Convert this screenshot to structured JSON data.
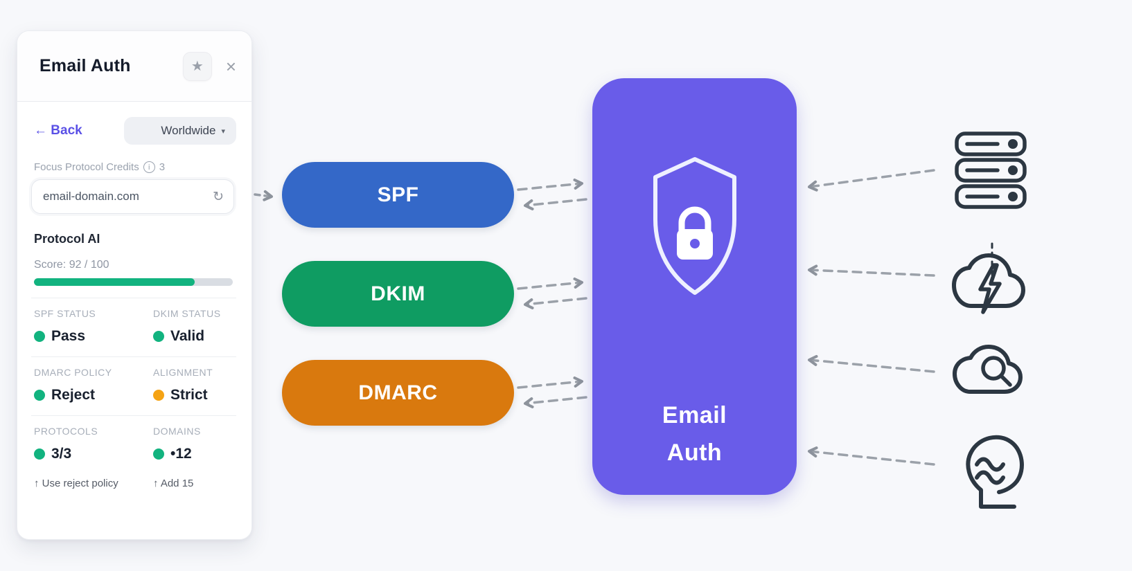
{
  "panel": {
    "title": "Email Auth",
    "star_icon": "★",
    "close_icon": "×",
    "back_label": "← Back",
    "region_label": "Worldwide",
    "region_caret": "▾",
    "credits_label": "Focus Protocol Credits",
    "credits_info": "i",
    "credits_value": "3",
    "domain_value": "email-domain.com",
    "refresh_icon": "↻",
    "ai_title": "Protocol AI",
    "score_text": "Score: 92 / 100",
    "score": 92,
    "score_max": 100,
    "stats": [
      {
        "label": "SPF STATUS",
        "value": "Pass",
        "dot_color": "#12b37f"
      },
      {
        "label": "DKIM STATUS",
        "value": "Valid",
        "dot_color": "#12b37f"
      },
      {
        "label": "DMARC POLICY",
        "value": "Reject",
        "dot_color": "#12b37f"
      },
      {
        "label": "ALIGNMENT",
        "value": "Strict",
        "dot_color": "#f5a314"
      },
      {
        "label": "PROTOCOLS",
        "value": "3/3",
        "dot_color": "#12b37f"
      },
      {
        "label": "DOMAINS",
        "value": "•12",
        "dot_color": "#12b37f"
      }
    ],
    "footer": {
      "left": "↑ Use reject policy",
      "right": "↑ Add 15"
    }
  },
  "diagram": {
    "pills": [
      {
        "label": "SPF",
        "color": "#3468c8"
      },
      {
        "label": "DKIM",
        "color": "#0f9c62"
      },
      {
        "label": "DMARC",
        "color": "#d9790e"
      }
    ],
    "hub": {
      "line1": "Email",
      "line2": "Auth",
      "color": "#695ce9"
    },
    "icons": [
      {
        "name": "server-stack"
      },
      {
        "name": "storm-cloud"
      },
      {
        "name": "cloud-search"
      },
      {
        "name": "mind-waves"
      }
    ]
  },
  "colors": {
    "page_bg": "#f7f8fb",
    "arrow": "#9ba1a9",
    "icon_stroke": "#2c3742",
    "green": "#12b37f",
    "amber": "#f5a314",
    "link_purple": "#5a50e6"
  }
}
